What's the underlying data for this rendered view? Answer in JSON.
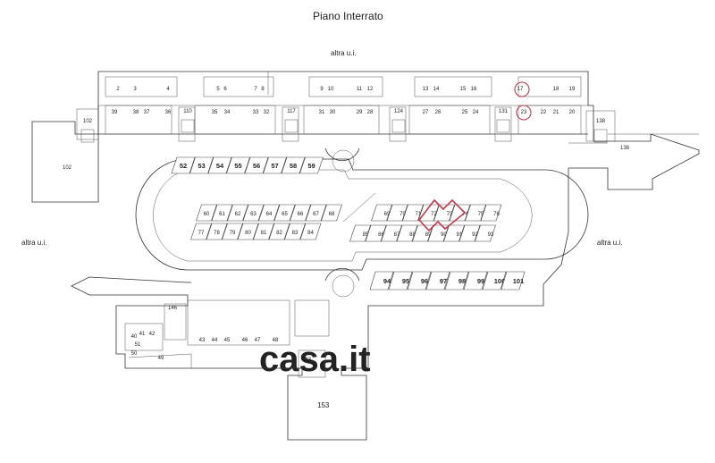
{
  "title": "Piano Interrato",
  "neighbors": {
    "top": "altra u.i.",
    "left": "altra u.i.",
    "right": "altra u.i."
  },
  "watermark": "casa.it",
  "top_cellars_upper": [
    "2",
    "3",
    "4",
    "5",
    "6",
    "7",
    "8",
    "9",
    "10",
    "11",
    "12",
    "13",
    "14",
    "15",
    "16",
    "17",
    "18",
    "19"
  ],
  "top_cellars_lower": [
    "39",
    "38",
    "37",
    "36",
    "35",
    "34",
    "33",
    "32",
    "31",
    "30",
    "29",
    "28",
    "27",
    "26",
    "25",
    "24",
    "23",
    "22",
    "21",
    "20"
  ],
  "stair_labels": [
    "110",
    "117",
    "124",
    "131",
    "102",
    "138"
  ],
  "side_labels": [
    "102",
    "138"
  ],
  "parking_top_row": [
    "52",
    "53",
    "54",
    "55",
    "56",
    "57",
    "58",
    "59"
  ],
  "parking_left_upper": [
    "60",
    "61",
    "62",
    "63",
    "64",
    "65",
    "66",
    "67",
    "68"
  ],
  "parking_left_lower": [
    "77",
    "78",
    "79",
    "80",
    "81",
    "82",
    "83",
    "84"
  ],
  "parking_right_upper": [
    "69",
    "70",
    "71",
    "72",
    "73",
    "74",
    "75",
    "76"
  ],
  "parking_right_lower": [
    "85",
    "86",
    "87",
    "88",
    "89",
    "90",
    "91",
    "92",
    "93"
  ],
  "parking_bottom_row": [
    "94",
    "95",
    "96",
    "97",
    "98",
    "99",
    "100",
    "101"
  ],
  "highlighted_units": [
    "72",
    "73"
  ],
  "circled_units": [
    "17",
    "23"
  ],
  "lower_left_cellars": [
    "40",
    "41",
    "42",
    "51",
    "50",
    "49"
  ],
  "lower_mid_cellars": [
    "43",
    "44",
    "45",
    "46",
    "47",
    "48"
  ],
  "lower_stair": "146",
  "bottom_stair": "153",
  "bottom_room": "153"
}
